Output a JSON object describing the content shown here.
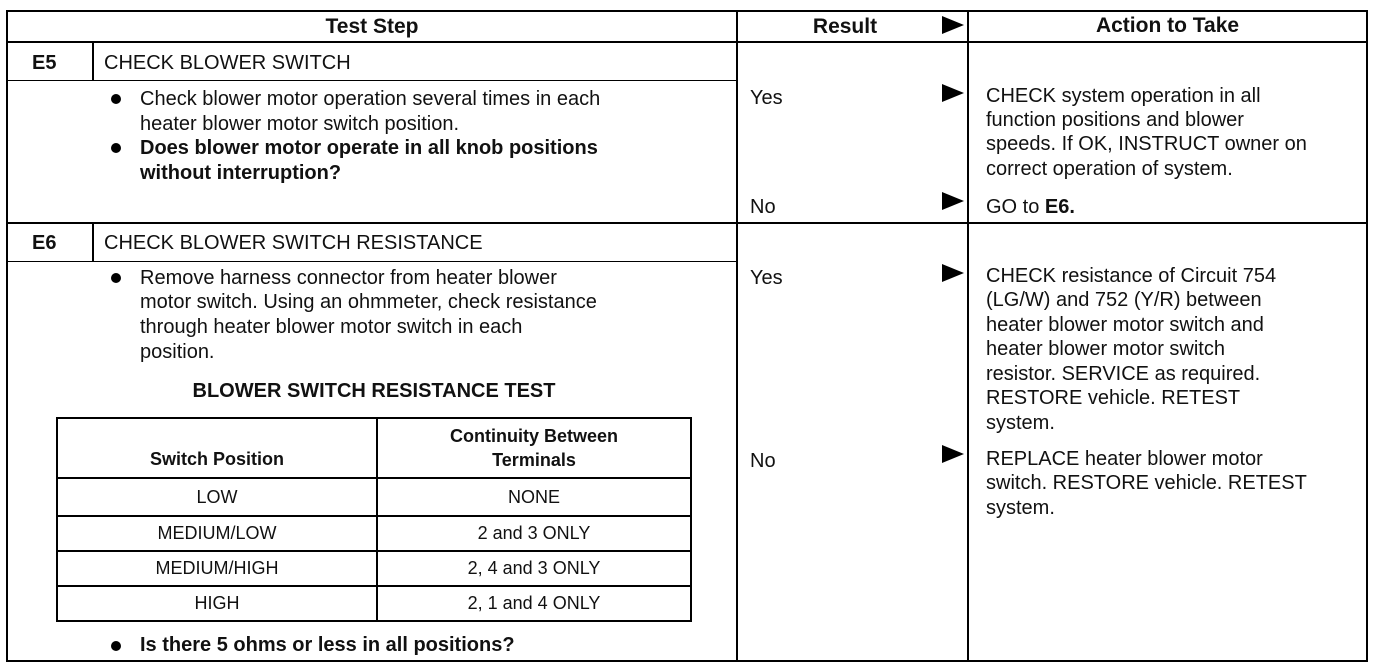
{
  "header": {
    "test_step": "Test Step",
    "result": "Result",
    "action": "Action to Take"
  },
  "e5": {
    "id": "E5",
    "title": "CHECK BLOWER SWITCH",
    "bullet1": [
      "Check blower motor operation several times in each",
      "heater blower motor switch position."
    ],
    "bullet2": [
      "Does blower motor operate in all knob positions",
      "without interruption?"
    ],
    "yes_label": "Yes",
    "no_label": "No",
    "yes_action": [
      "CHECK system operation in all",
      "function positions and blower",
      "speeds. If OK, INSTRUCT owner on",
      "correct operation of system."
    ],
    "no_action_prefix": "GO to ",
    "no_action_target": "E6."
  },
  "e6": {
    "id": "E6",
    "title": "CHECK BLOWER SWITCH RESISTANCE",
    "bullet1": [
      "Remove harness connector from heater blower",
      "motor switch. Using an ohmmeter, check resistance",
      "through heater blower motor switch in each",
      "position."
    ],
    "table_title": "BLOWER SWITCH RESISTANCE TEST",
    "table": {
      "col1": "Switch Position",
      "col2": [
        "Continuity Between",
        "Terminals"
      ],
      "rows": [
        [
          "LOW",
          "NONE"
        ],
        [
          "MEDIUM/LOW",
          "2 and 3 ONLY"
        ],
        [
          "MEDIUM/HIGH",
          "2, 4 and 3 ONLY"
        ],
        [
          "HIGH",
          "2, 1 and 4 ONLY"
        ]
      ]
    },
    "bullet2": "Is there 5 ohms or less in all positions?",
    "yes_label": "Yes",
    "no_label": "No",
    "yes_action": [
      "CHECK resistance of Circuit 754",
      "(LG/W) and 752 (Y/R) between",
      "heater blower motor switch and",
      "heater blower motor switch",
      "resistor. SERVICE as required.",
      "RESTORE vehicle. RETEST",
      "system."
    ],
    "no_action": [
      "REPLACE heater blower motor",
      "switch. RESTORE vehicle. RETEST",
      "system."
    ]
  }
}
